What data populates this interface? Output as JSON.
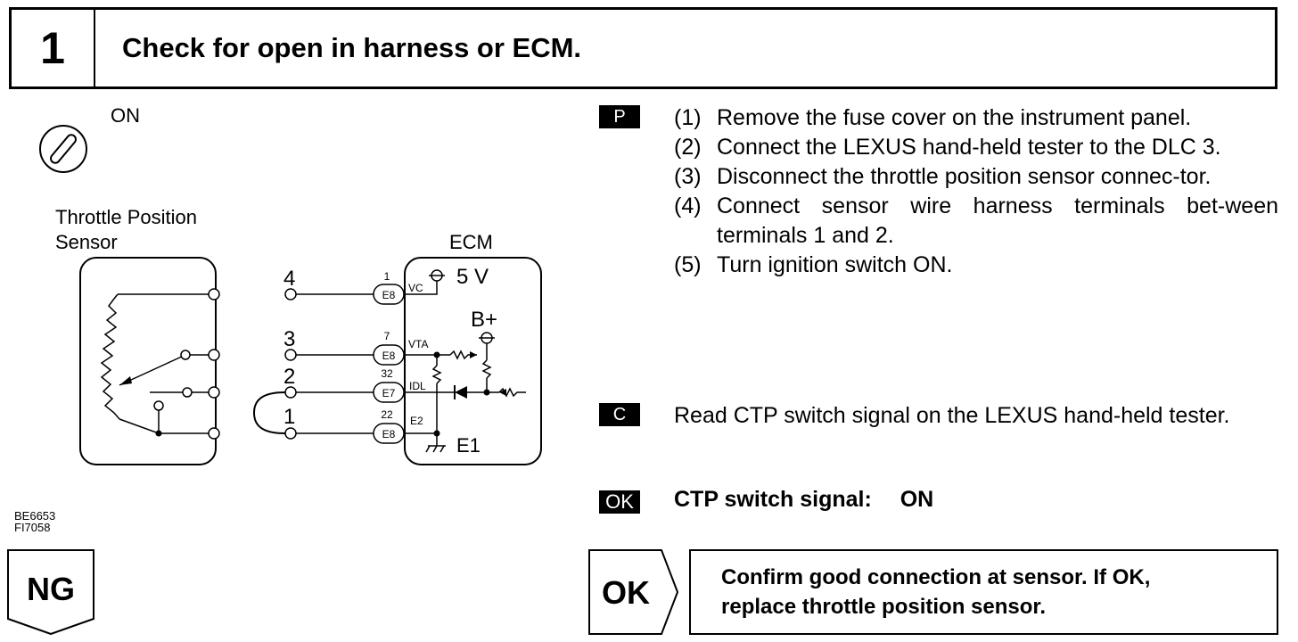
{
  "header": {
    "step_number": "1",
    "title": "Check for open in harness or ECM."
  },
  "diagram": {
    "ignition_label": "ON",
    "sensor_label_line1": "Throttle Position",
    "sensor_label_line2": "Sensor",
    "ecm_label": "ECM",
    "harness_wire_numbers": [
      "4",
      "3",
      "2",
      "1"
    ],
    "connectors": [
      {
        "pin": "1",
        "connector": "E8",
        "terminal": "VC"
      },
      {
        "pin": "7",
        "connector": "E8",
        "terminal": "VTA"
      },
      {
        "pin": "32",
        "connector": "E7",
        "terminal": "IDL"
      },
      {
        "pin": "22",
        "connector": "E8",
        "terminal": "E2"
      }
    ],
    "supply_5v": "5 V",
    "supply_b": "B+",
    "ground_label": "E1",
    "figure_codes": [
      "BE6653",
      "FI7058"
    ]
  },
  "instructions": {
    "prep_badge": "P",
    "steps": [
      {
        "num": "(1)",
        "text": "Remove the fuse cover on the instrument panel."
      },
      {
        "num": "(2)",
        "text": "Connect the LEXUS hand-held tester to the DLC 3."
      },
      {
        "num": "(3)",
        "text": "Disconnect the throttle position sensor connec-tor."
      },
      {
        "num": "(4)",
        "text": "Connect sensor wire harness terminals bet-ween terminals 1 and 2."
      },
      {
        "num": "(5)",
        "text": "Turn ignition switch ON."
      }
    ],
    "check_badge": "C",
    "check_text": "Read CTP switch signal on the LEXUS hand-held tester.",
    "ok_badge": "OK",
    "result_label": "CTP switch signal:",
    "result_value": "ON"
  },
  "outcomes": {
    "ng_label": "NG",
    "ok_label": "OK",
    "ok_message_line1": "Confirm good connection at sensor. If OK,",
    "ok_message_line2": "replace throttle position sensor."
  }
}
